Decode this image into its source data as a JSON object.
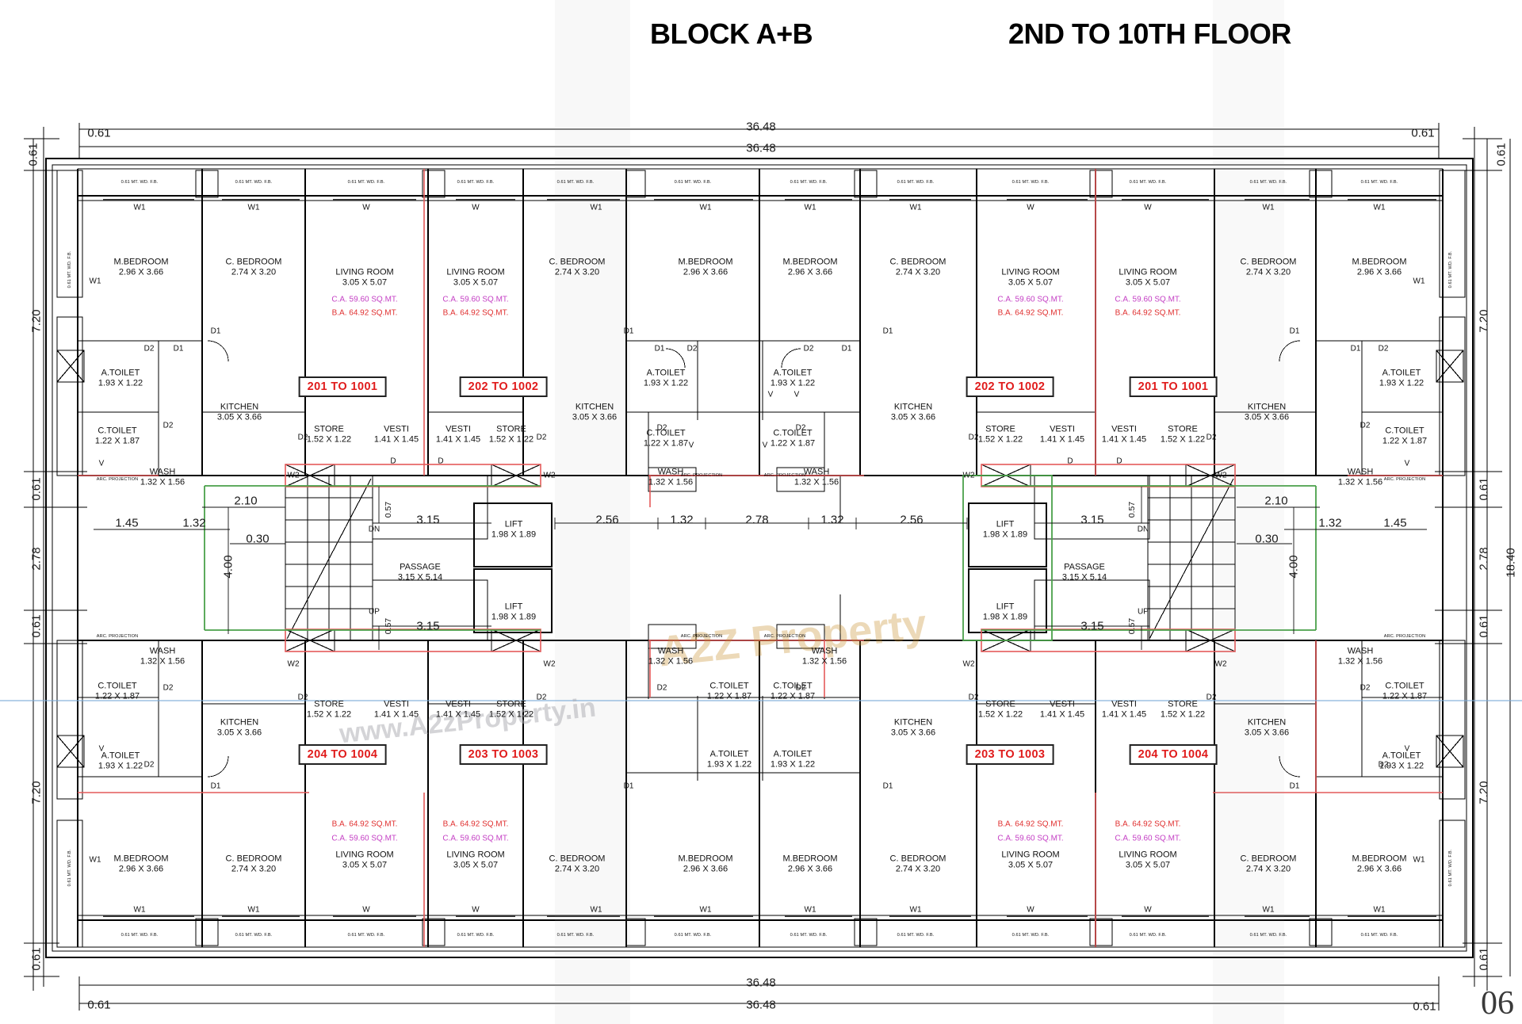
{
  "header": {
    "block_title": "BLOCK A+B",
    "floor_title": "2ND TO 10TH FLOOR",
    "page_number": "06"
  },
  "watermark": {
    "brand": "A2Z Property",
    "site": "www.A2zProperty.in"
  },
  "legend": {
    "window_note": "0.61 MT. WD. F.B.",
    "arc_projection": "ARC. PROJECTION",
    "carpet_area_prefix": "C.A.",
    "built_area_prefix": "B.A.",
    "area_unit": "SQ.MT.",
    "stair_down": "DN",
    "stair_up": "UP",
    "ca_color": "#c43fc4",
    "ba_color": "#e03030",
    "unit_label_color": "#e01b1b"
  },
  "rooms": {
    "master_bedroom": {
      "name": "M.BEDROOM",
      "size": "2.96 X 3.66"
    },
    "child_bedroom": {
      "name": "C. BEDROOM",
      "size": "2.74 X 3.20"
    },
    "living_room": {
      "name": "LIVING ROOM",
      "size": "3.05 X 5.07"
    },
    "kitchen": {
      "name": "KITCHEN",
      "size": "3.05 X 3.66"
    },
    "attached_toilet": {
      "name": "A.TOILET",
      "size": "1.93 X 1.22"
    },
    "common_toilet": {
      "name": "C.TOILET",
      "size": "1.22 X 1.87"
    },
    "wash": {
      "name": "WASH",
      "size": "1.32 X 1.56"
    },
    "store": {
      "name": "STORE",
      "size": "1.52 X 1.22"
    },
    "vestibule": {
      "name": "VESTI",
      "size": "1.41 X 1.45"
    },
    "lift": {
      "name": "LIFT",
      "size": "1.98 X 1.89"
    },
    "passage": {
      "name": "PASSAGE",
      "size": "3.15 X 5.14"
    }
  },
  "areas": {
    "carpet": "C.A.  59.60 SQ.MT.",
    "built": "B.A.  64.92 SQ.MT."
  },
  "units": [
    {
      "id": "unit-201",
      "label": "201 TO 1001"
    },
    {
      "id": "unit-202",
      "label": "202 TO 1002"
    },
    {
      "id": "unit-202b",
      "label": "202 TO 1002"
    },
    {
      "id": "unit-201b",
      "label": "201 TO 1001"
    },
    {
      "id": "unit-204",
      "label": "204 TO 1004"
    },
    {
      "id": "unit-203",
      "label": "203 TO 1003"
    },
    {
      "id": "unit-203b",
      "label": "203 TO 1003"
    },
    {
      "id": "unit-204b",
      "label": "204 TO 1004"
    }
  ],
  "openings": {
    "window_w1": "W1",
    "window_w": "W",
    "window_w2": "W2",
    "door_d": "D",
    "door_d1": "D1",
    "door_d2": "D2",
    "vent_v": "V"
  },
  "dimensions": {
    "overall_width_top": "36.48",
    "overall_width_top2": "36.48",
    "overall_width_bottom": "36.48",
    "overall_width_bottom2": "36.48",
    "overall_height": "18.40",
    "corner_offset": "0.61",
    "wing_depth": "7.20",
    "mid_band": "2.78",
    "thin_band": "0.61",
    "stair_run": "4.00",
    "stair_tread": "2.10",
    "small_step": "0.30",
    "left_bay_a": "1.45",
    "left_bay_b": "1.32",
    "passage_width": "3.15",
    "passage_offset": "0.57",
    "center_chain": [
      "2.56",
      "1.32",
      "2.78",
      "1.32",
      "2.56"
    ]
  }
}
